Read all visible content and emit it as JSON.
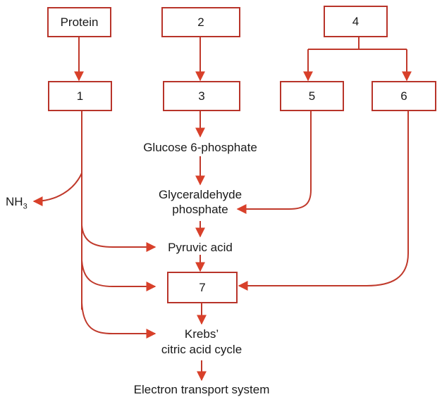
{
  "colors": {
    "arrow": "#d8402a",
    "box_border": "#b8342a",
    "text": "#1a1a1a"
  },
  "boxes": {
    "protein": "Protein",
    "b1": "1",
    "b2": "2",
    "b3": "3",
    "b4": "4",
    "b5": "5",
    "b6": "6",
    "b7": "7"
  },
  "labels": {
    "glucose6p": "Glucose 6-phosphate",
    "glyceraldehyde_1": "Glyceraldehyde",
    "glyceraldehyde_2": "phosphate",
    "pyruvic": "Pyruvic acid",
    "krebs_1": "Krebs’",
    "krebs_2": "citric acid cycle",
    "ets": "Electron transport system",
    "nh3_main": "NH",
    "nh3_sub": "3"
  }
}
